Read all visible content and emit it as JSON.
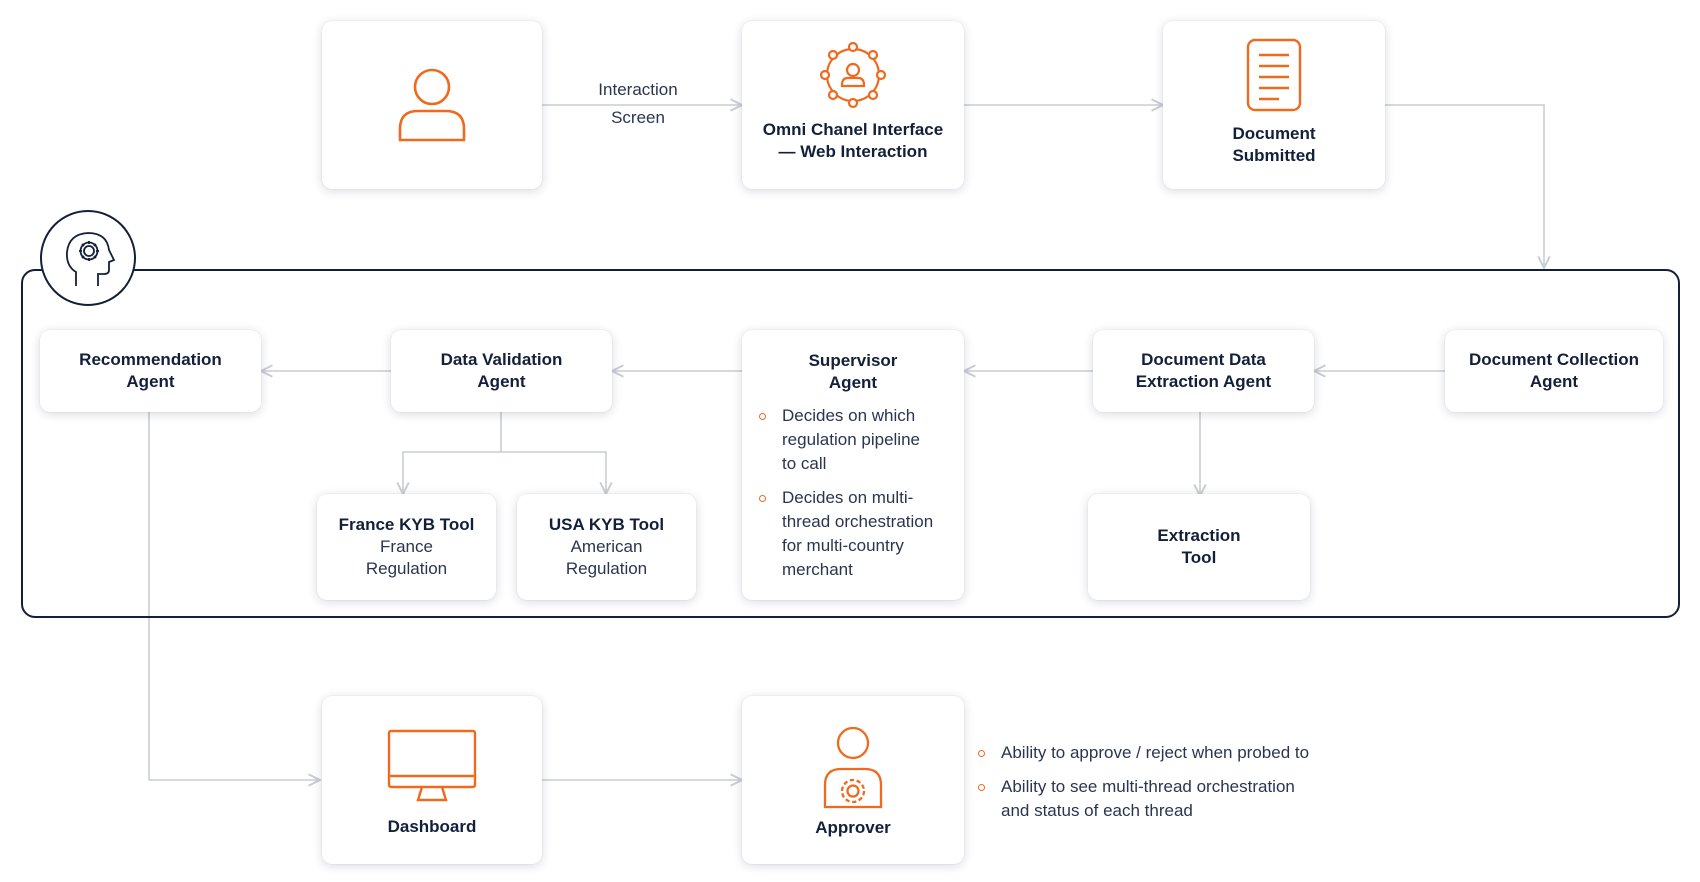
{
  "edge_label": {
    "line1": "Interaction",
    "line2": "Screen"
  },
  "nodes": {
    "user": {
      "icon": "user-icon"
    },
    "omni": {
      "title": "Omni Chanel Interface\n— Web Interaction",
      "icon": "network-user-icon"
    },
    "document": {
      "title": "Document\nSubmitted",
      "icon": "document-icon"
    },
    "recommendation": {
      "title": "Recommendation\nAgent"
    },
    "data_validation": {
      "title": "Data Validation\nAgent"
    },
    "supervisor": {
      "title": "Supervisor\nAgent",
      "bullets": [
        "Decides on which\nregulation pipeline\nto call",
        "Decides on multi-\nthread orchestration\nfor multi-country\nmerchant"
      ]
    },
    "doc_extraction": {
      "title": "Document Data\nExtraction Agent"
    },
    "doc_collection": {
      "title": "Document Collection\nAgent"
    },
    "france_kyb": {
      "title": "France KYB Tool",
      "subtitle": "France\nRegulation"
    },
    "usa_kyb": {
      "title": "USA KYB Tool",
      "subtitle": "American\nRegulation"
    },
    "extraction_tool": {
      "title": "Extraction\nTool"
    },
    "dashboard": {
      "title": "Dashboard",
      "icon": "monitor-icon"
    },
    "approver": {
      "title": "Approver",
      "icon": "approver-gear-icon"
    }
  },
  "approver_notes": [
    "Ability to approve / reject when probed to",
    "Ability to see multi-thread orchestration\nand status of each thread"
  ],
  "badge": {
    "icon": "ai-head-gear-icon"
  },
  "colors": {
    "accent": "#ef6a1f",
    "navy": "#13203a",
    "connector": "#c9cdd4"
  }
}
